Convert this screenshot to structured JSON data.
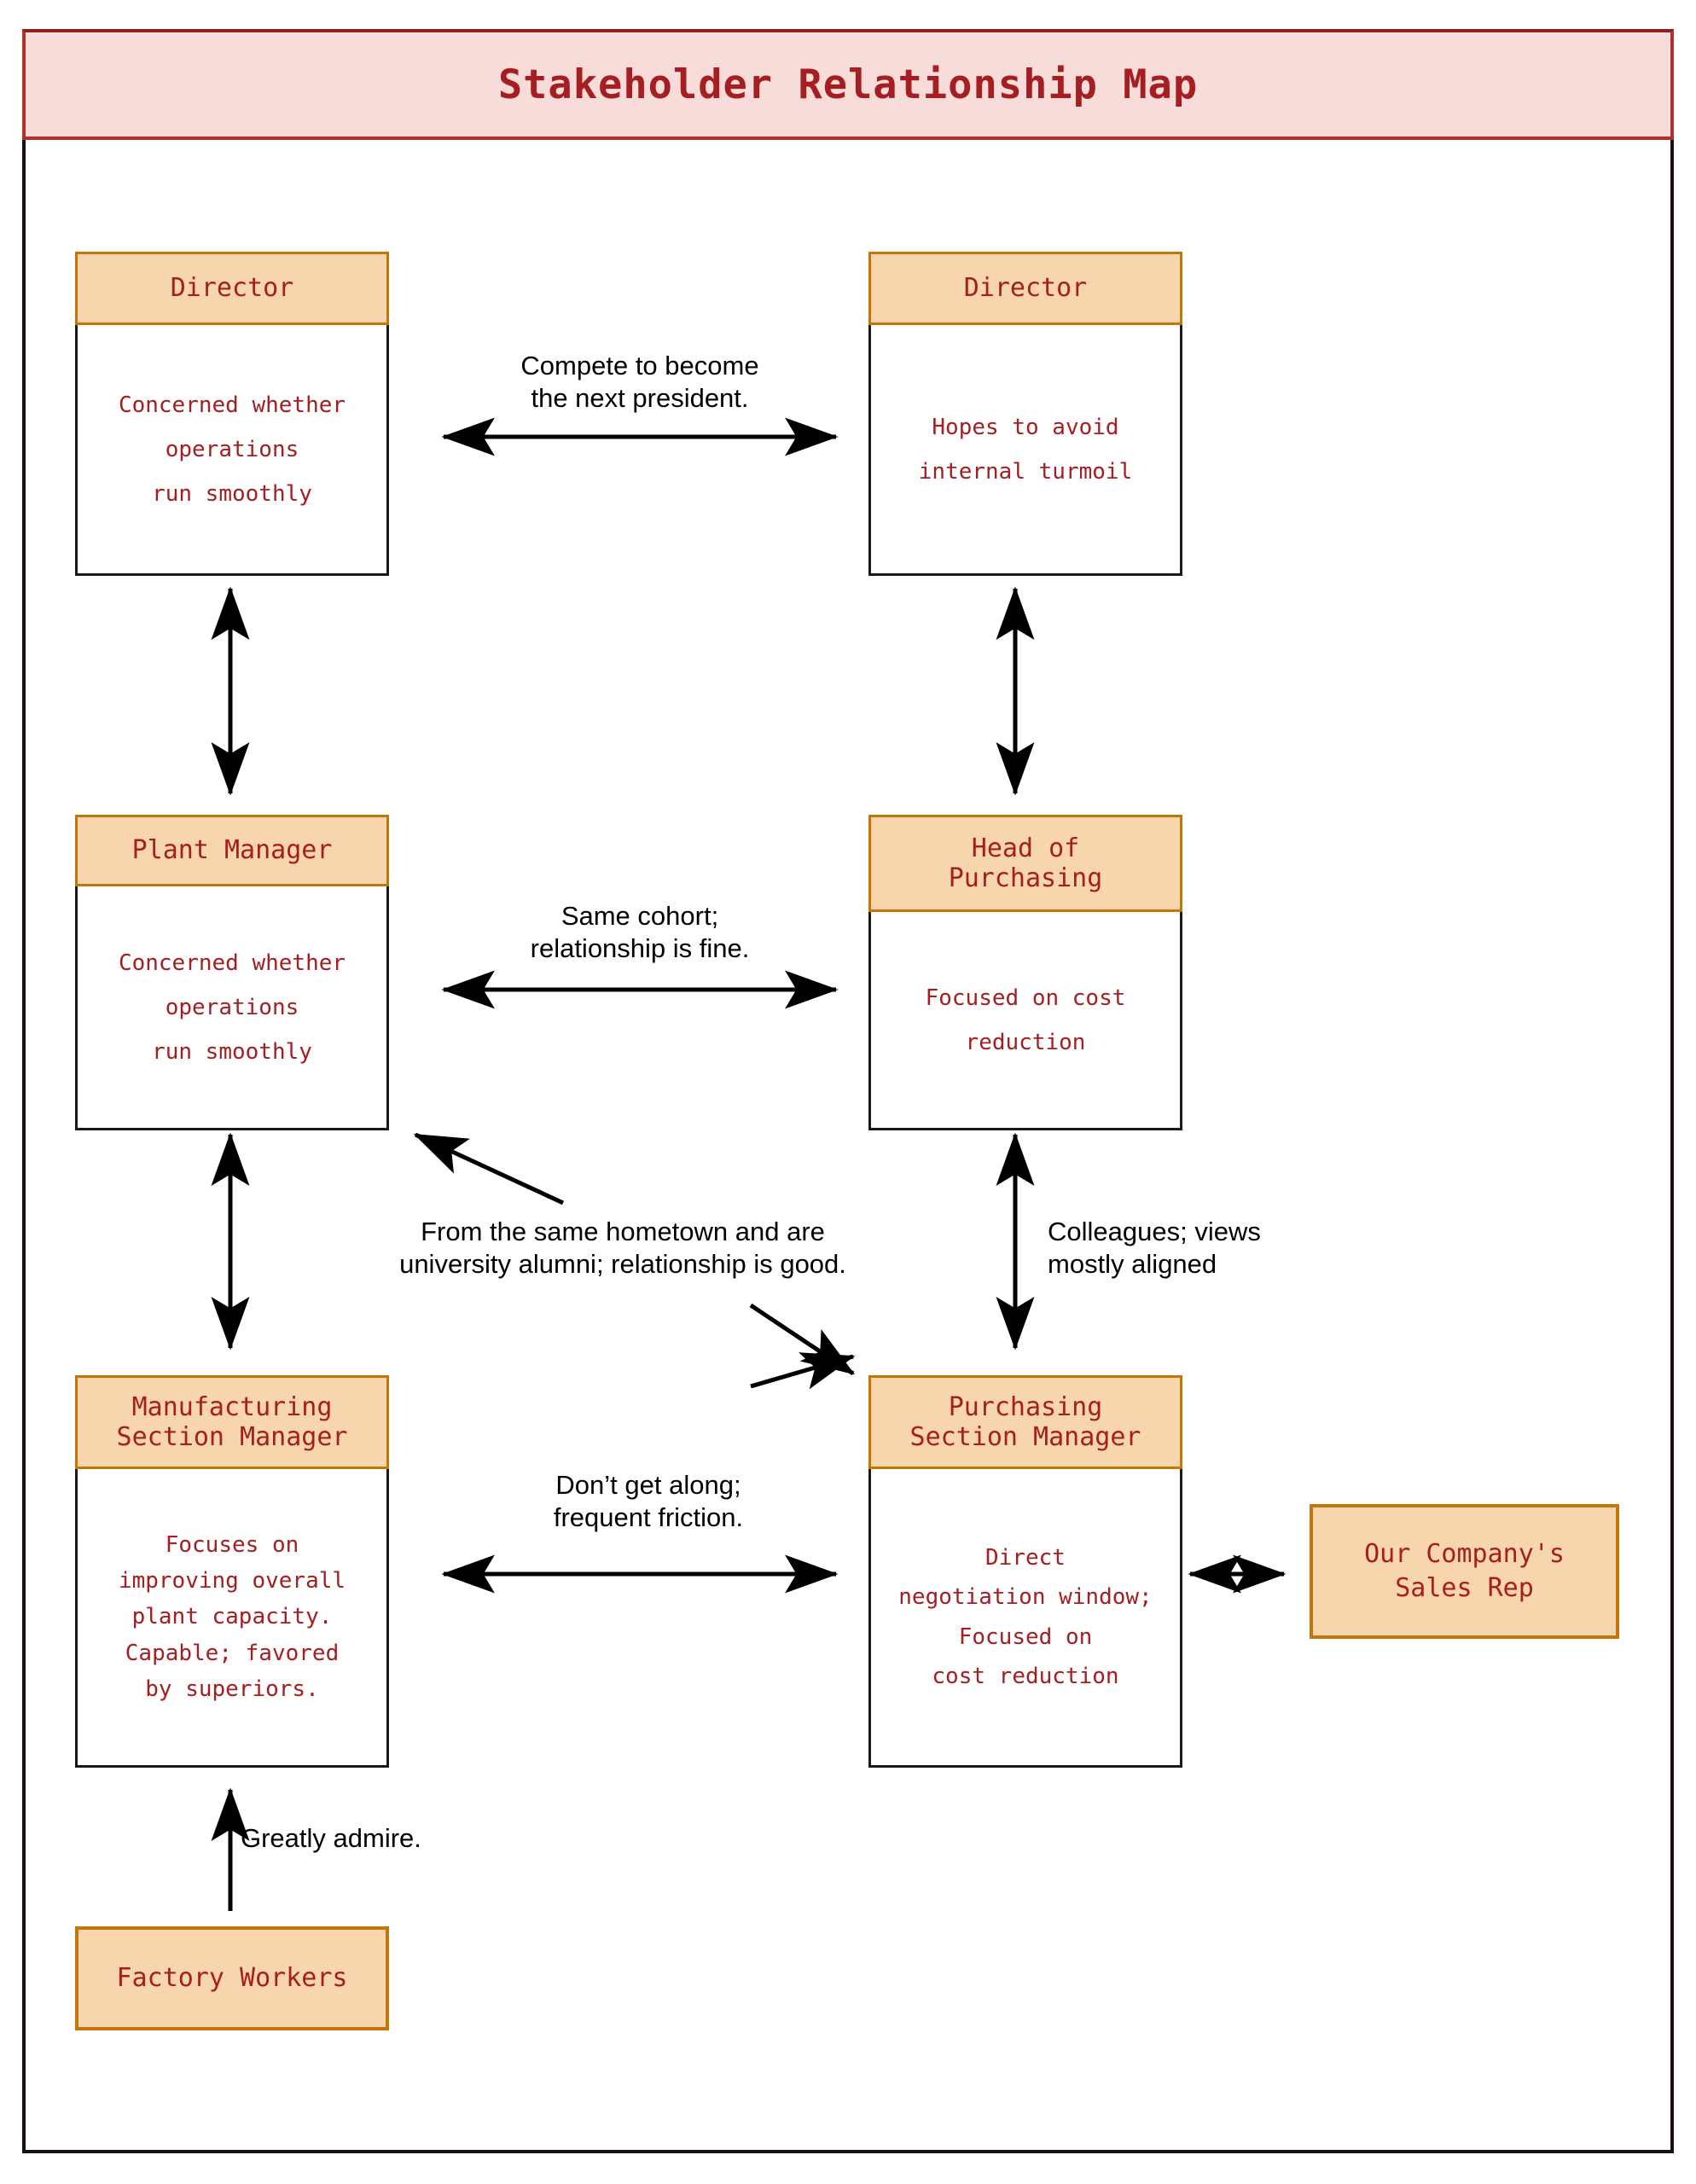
{
  "title": "Stakeholder Relationship Map",
  "colors": {
    "title_text": "#A41E22",
    "title_bg": "#f8dcd9",
    "title_border": "#b03030",
    "node_header_bg": "#F8D6AD",
    "node_header_border": "#C5760B",
    "node_body_bg": "#FFFFFF",
    "node_text": "#A41E22",
    "edge": "#000000",
    "frame": "#1a1010"
  },
  "nodes": [
    {
      "id": "director-left",
      "title": "Director",
      "body": "Concerned whether\noperations\nrun smoothly"
    },
    {
      "id": "director-right",
      "title": "Director",
      "body": "Hopes to avoid\ninternal turmoil"
    },
    {
      "id": "plant-manager",
      "title": "Plant Manager",
      "body": "Concerned whether\noperations\nrun smoothly"
    },
    {
      "id": "head-of-purchasing",
      "title": "Head of\nPurchasing",
      "body": "Focused on cost\nreduction"
    },
    {
      "id": "manufacturing-section-manager",
      "title": "Manufacturing\nSection Manager",
      "body": "Focuses on\nimproving overall\nplant capacity.\nCapable; favored\nby superiors."
    },
    {
      "id": "purchasing-section-manager",
      "title": "Purchasing\nSection Manager",
      "body": "Direct\nnegotiation window;\nFocused on\ncost reduction"
    },
    {
      "id": "sales-rep",
      "title": "Our Company's\nSales Rep",
      "body": ""
    },
    {
      "id": "factory-workers",
      "title": "Factory Workers",
      "body": ""
    }
  ],
  "edges": [
    {
      "id": "directors-compete",
      "from": "director-left",
      "to": "director-right",
      "label": "Compete to become\nthe next president.",
      "arrow": "double"
    },
    {
      "id": "director-left-to-plant-manager",
      "from": "director-left",
      "to": "plant-manager",
      "label": "",
      "arrow": "double"
    },
    {
      "id": "director-right-to-head-of-purchasing",
      "from": "director-right",
      "to": "head-of-purchasing",
      "label": "",
      "arrow": "double"
    },
    {
      "id": "plant-manager-to-head-of-purchasing",
      "from": "plant-manager",
      "to": "head-of-purchasing",
      "label": "Same cohort;\nrelationship is fine.",
      "arrow": "double"
    },
    {
      "id": "plant-manager-to-manufacturing",
      "from": "plant-manager",
      "to": "manufacturing-section-manager",
      "label": "",
      "arrow": "double"
    },
    {
      "id": "plant-manager-to-purchasing-section",
      "from": "plant-manager",
      "to": "purchasing-section-manager",
      "label": "From the same hometown and are\nuniversity alumni; relationship is good.",
      "arrow": "double-diagonal"
    },
    {
      "id": "head-of-purchasing-to-purchasing-section",
      "from": "head-of-purchasing",
      "to": "purchasing-section-manager",
      "label": "Colleagues; views\nmostly aligned",
      "arrow": "double"
    },
    {
      "id": "manufacturing-to-purchasing-section",
      "from": "manufacturing-section-manager",
      "to": "purchasing-section-manager",
      "label": "Don’t get along;\nfrequent friction.",
      "arrow": "double"
    },
    {
      "id": "purchasing-section-to-sales-rep",
      "from": "purchasing-section-manager",
      "to": "sales-rep",
      "label": "",
      "arrow": "double"
    },
    {
      "id": "factory-workers-to-manufacturing",
      "from": "factory-workers",
      "to": "manufacturing-section-manager",
      "label": "Greatly admire.",
      "arrow": "single"
    }
  ]
}
